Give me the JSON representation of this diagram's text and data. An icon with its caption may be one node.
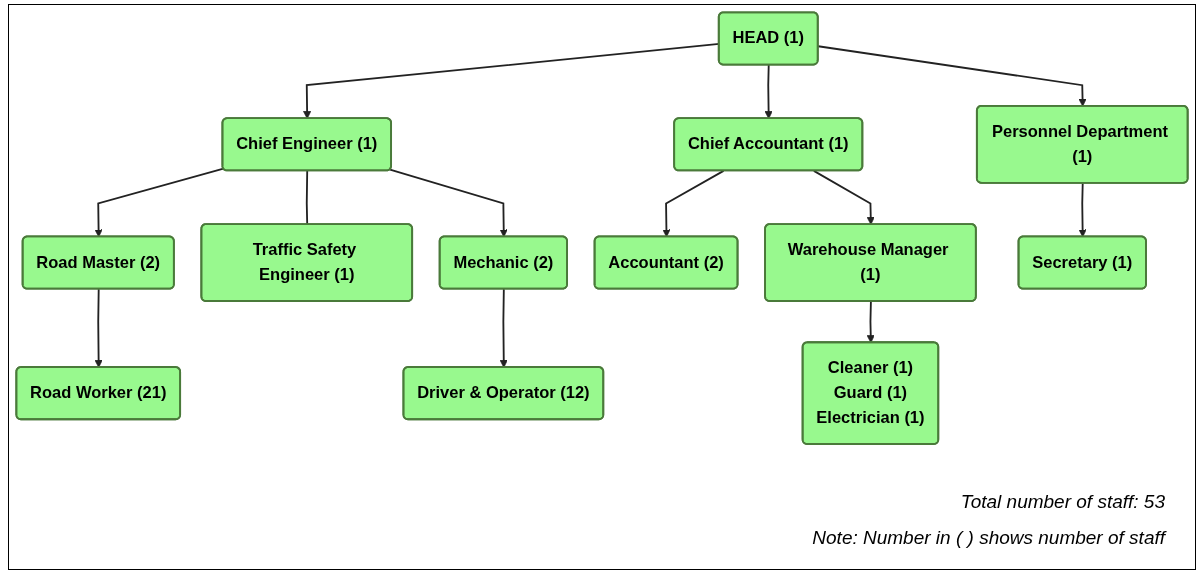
{
  "diagram": {
    "nodes": [
      {
        "text": [
          "HEAD  (1)"
        ]
      },
      {
        "text": [
          "Chief Engineer (1)"
        ]
      },
      {
        "text": [
          "Chief Accountant (1)"
        ]
      },
      {
        "text": [
          "Personnel Department (1)"
        ]
      },
      {
        "text": [
          "Road Master (2)"
        ]
      },
      {
        "text": [
          "Traffic Safety Engineer (1)"
        ]
      },
      {
        "text": [
          "Mechanic (2)"
        ]
      },
      {
        "text": [
          "Accountant (2)"
        ]
      },
      {
        "text": [
          "Warehouse Manager (1)"
        ]
      },
      {
        "text": [
          "Secretary (1)"
        ]
      },
      {
        "text": [
          "Road Worker (21)"
        ]
      },
      {
        "text": [
          "Driver & Operator (12)"
        ]
      },
      {
        "text": [
          "Cleaner (1)",
          "Guard (1)",
          "Electrician (1)"
        ]
      }
    ],
    "edges": [
      {
        "from": 0,
        "to": 1,
        "arrow": "to"
      },
      {
        "from": 0,
        "to": 2,
        "arrow": "to"
      },
      {
        "from": 0,
        "to": 3,
        "arrow": "to"
      },
      {
        "from": 1,
        "to": 4,
        "arrow": "to"
      },
      {
        "from": 1,
        "to": 5,
        "arrow": "none"
      },
      {
        "from": 1,
        "to": 6,
        "arrow": "to"
      },
      {
        "from": 2,
        "to": 7,
        "arrow": "to"
      },
      {
        "from": 2,
        "to": 8,
        "arrow": "to"
      },
      {
        "from": 3,
        "to": 9,
        "arrow": "to"
      },
      {
        "from": 4,
        "to": 10,
        "arrow": "to"
      },
      {
        "from": 6,
        "to": 11,
        "arrow": "to"
      },
      {
        "from": 8,
        "to": 12,
        "arrow": "to"
      }
    ],
    "labels": [
      "Total number of staff: 53",
      "Note: Number in ( ) shows number of staff"
    ]
  }
}
